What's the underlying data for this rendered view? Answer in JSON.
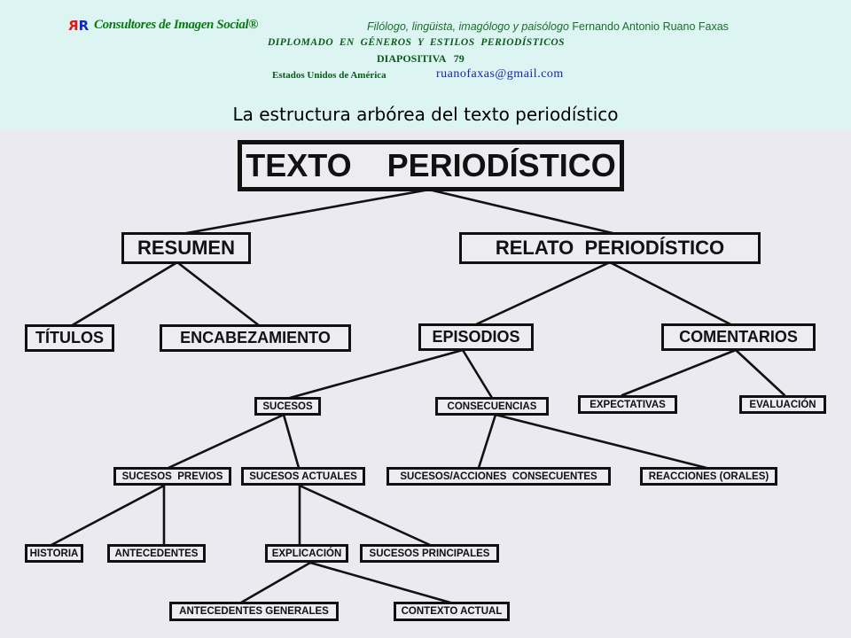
{
  "header": {
    "logo_r1": "R",
    "logo_r2": "R",
    "brand": "Consultores de Imagen Social®",
    "author_italic": "Filólogo, lingüista, imagólogo y paisólogo",
    "author_name": "Fernando Antonio Ruano Faxas",
    "course": "DIPLOMADO  EN  GÉNEROS  Y  ESTILOS  PERIODÍSTICOS",
    "slide": "DIAPOSITIVA   79",
    "country": "Estados Unidos de América",
    "email": "ruanofaxas@gmail.com",
    "colors": {
      "background": "#dcf5f2",
      "brand_green": "#0a7a14",
      "logo_red": "#e8141b",
      "logo_blue": "#1428c8",
      "email_blue": "#1c22a8"
    }
  },
  "title": "La estructura arbórea del texto periodístico",
  "diagram": {
    "nodes": {
      "root": "TEXTO    PERIODÍSTICO",
      "resumen": "RESUMEN",
      "relato": "RELATO  PERIODÍSTICO",
      "titulos": "TÍTULOS",
      "encabezamiento": "ENCABEZAMIENTO",
      "episodios": "EPISODIOS",
      "comentarios": "COMENTARIOS",
      "sucesos": "SUCESOS",
      "consecuencias": "CONSECUENCIAS",
      "expectativas": "EXPECTATIVAS",
      "evaluacion": "EVALUACIÓN",
      "sucesos_previos": "SUCESOS  PREVIOS",
      "sucesos_actuales": "SUCESOS ACTUALES",
      "sucesos_acciones": "SUCESOS/ACCIONES  CONSECUENTES",
      "reacciones": "REACCIONES (ORALES)",
      "historia": "HISTORIA",
      "antecedentes": "ANTECEDENTES",
      "explicacion": "EXPLICACIÓN",
      "sucesos_principales": "SUCESOS PRINCIPALES",
      "antecedentes_generales": "ANTECEDENTES GENERALES",
      "contexto_actual": "CONTEXTO ACTUAL"
    },
    "edges": [
      [
        "root",
        "resumen"
      ],
      [
        "root",
        "relato"
      ],
      [
        "resumen",
        "titulos"
      ],
      [
        "resumen",
        "encabezamiento"
      ],
      [
        "relato",
        "episodios"
      ],
      [
        "relato",
        "comentarios"
      ],
      [
        "episodios",
        "sucesos"
      ],
      [
        "episodios",
        "consecuencias"
      ],
      [
        "comentarios",
        "expectativas"
      ],
      [
        "comentarios",
        "evaluacion"
      ],
      [
        "sucesos",
        "sucesos_previos"
      ],
      [
        "sucesos",
        "sucesos_actuales"
      ],
      [
        "consecuencias",
        "sucesos_acciones"
      ],
      [
        "consecuencias",
        "reacciones"
      ],
      [
        "sucesos_previos",
        "historia"
      ],
      [
        "sucesos_previos",
        "antecedentes"
      ],
      [
        "sucesos_actuales",
        "explicacion"
      ],
      [
        "sucesos_actuales",
        "sucesos_principales"
      ],
      [
        "explicacion",
        "antecedentes_generales"
      ],
      [
        "explicacion",
        "contexto_actual"
      ]
    ]
  }
}
